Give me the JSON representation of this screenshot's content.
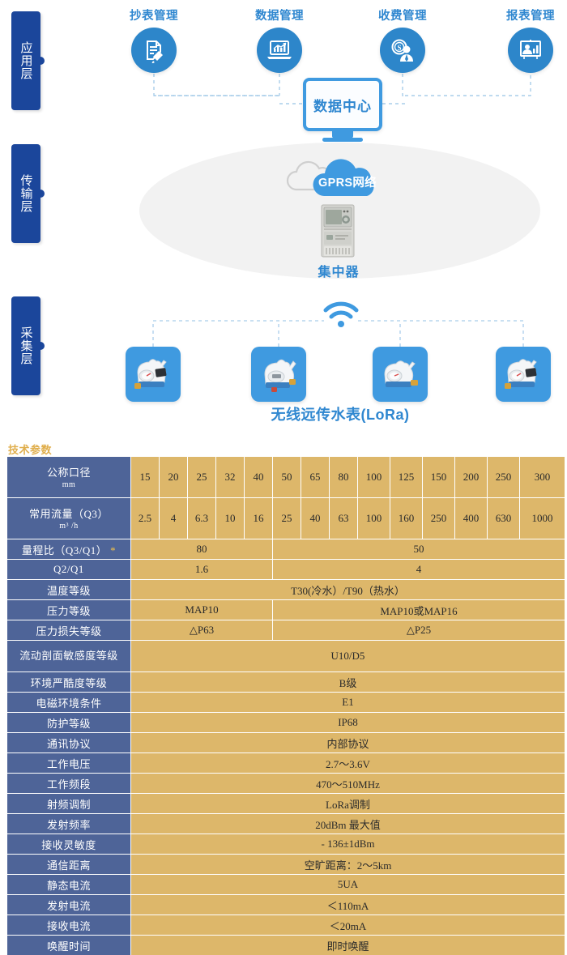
{
  "layers": [
    {
      "id": "application",
      "label": "应用层"
    },
    {
      "id": "transport",
      "label": "传输层"
    },
    {
      "id": "acquisition",
      "label": "采集层"
    }
  ],
  "application": {
    "nodes": [
      {
        "label": "抄表管理",
        "icon": "document-pen-icon"
      },
      {
        "label": "数据管理",
        "icon": "laptop-chart-icon"
      },
      {
        "label": "收费管理",
        "icon": "coin-person-icon"
      },
      {
        "label": "报表管理",
        "icon": "presentation-chart-icon"
      }
    ],
    "data_center": {
      "label": "数据中心",
      "icon": "monitor-icon"
    }
  },
  "transport": {
    "cloud_label": "GPRS网络",
    "cloud_icon": "cloud-icon",
    "device_label": "集中器",
    "device_icon": "concentrator-icon"
  },
  "acquisition": {
    "wifi_icon": "wifi-icon",
    "meters": [
      {
        "icon": "water-meter-icon"
      },
      {
        "icon": "water-meter-icon"
      },
      {
        "icon": "water-meter-icon"
      },
      {
        "icon": "water-meter-icon"
      }
    ],
    "caption": "无线远传水表(LoRa)"
  },
  "colors": {
    "tab_blue": "#1b469b",
    "icon_blue": "#2d86ca",
    "accent_blue": "#3f9ae0",
    "label_blue": "#2f87d0",
    "table_header_blue": "#4e6498",
    "table_cell_gold": "#ddb76a",
    "title_gold": "#e0ae4c"
  },
  "table": {
    "title": "技术参数",
    "rows": [
      {
        "label": "公称口径",
        "sublabel": "mm",
        "cells": [
          "15",
          "20",
          "25",
          "32",
          "40",
          "50",
          "65",
          "80",
          "100",
          "125",
          "150",
          "200",
          "250",
          "300"
        ]
      },
      {
        "label": "常用流量（Q3）",
        "sublabel": "m³ /h",
        "cells": [
          "2.5",
          "4",
          "6.3",
          "10",
          "16",
          "25",
          "40",
          "63",
          "100",
          "160",
          "250",
          "400",
          "630",
          "1000"
        ]
      },
      {
        "label": "量程比（Q3/Q1）",
        "star": "*",
        "split": [
          "80",
          "50"
        ]
      },
      {
        "label": "Q2/Q1",
        "split": [
          "1.6",
          "4"
        ]
      },
      {
        "label": "温度等级",
        "value": "T30(冷水）/T90（热水）"
      },
      {
        "label": "压力等级",
        "split": [
          "MAP10",
          "MAP10或MAP16"
        ]
      },
      {
        "label": "压力损失等级",
        "split": [
          "△P63",
          "△P25"
        ]
      },
      {
        "label": "流动剖面敏感度等级",
        "value": "U10/D5"
      },
      {
        "label": "环境严酷度等级",
        "value": "B级"
      },
      {
        "label": "电磁环境条件",
        "value": "E1"
      },
      {
        "label": "防护等级",
        "value": "IP68"
      },
      {
        "label": "通讯协议",
        "value": "内部协议"
      },
      {
        "label": "工作电压",
        "value": "2.7～3.6V"
      },
      {
        "label": "工作频段",
        "value": "470～510MHz"
      },
      {
        "label": "射频调制",
        "value": "LoRa调制"
      },
      {
        "label": "发射频率",
        "value": "20dBm 最大值"
      },
      {
        "label": "接收灵敏度",
        "value": "- 136±1dBm"
      },
      {
        "label": "通信距离",
        "value": "空旷距离：2～5km"
      },
      {
        "label": "静态电流",
        "value": "5UA"
      },
      {
        "label": "发射电流",
        "value": "＜110mA"
      },
      {
        "label": "接收电流",
        "value": "＜20mA"
      },
      {
        "label": "唤醒时间",
        "value": "即时唤醒"
      }
    ]
  }
}
